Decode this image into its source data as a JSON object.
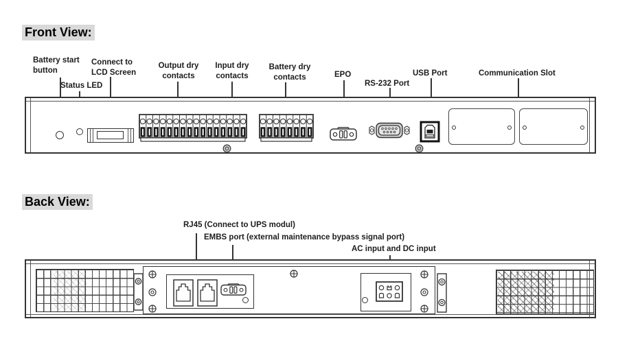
{
  "front": {
    "title": "Front View:",
    "labels": {
      "battery_start": "Battery start\nbutton",
      "status_led": "Status LED",
      "lcd": "Connect to\nLCD Screen",
      "output_dry": "Output dry\ncontacts",
      "input_dry": "Input dry\ncontacts",
      "battery_dry": "Battery dry\ncontacts",
      "epo": "EPO",
      "rs232": "RS-232 Port",
      "usb": "USB Port",
      "comm_slot": "Communication Slot"
    }
  },
  "back": {
    "title": "Back View:",
    "labels": {
      "rj45": "RJ45 (Connect to UPS modul)",
      "embs": "EMBS port (external maintenance bypass signal port)",
      "ac_dc": "AC input and DC input"
    }
  },
  "colors": {
    "line": "#333333",
    "title_highlight": "#d9d9d9"
  }
}
